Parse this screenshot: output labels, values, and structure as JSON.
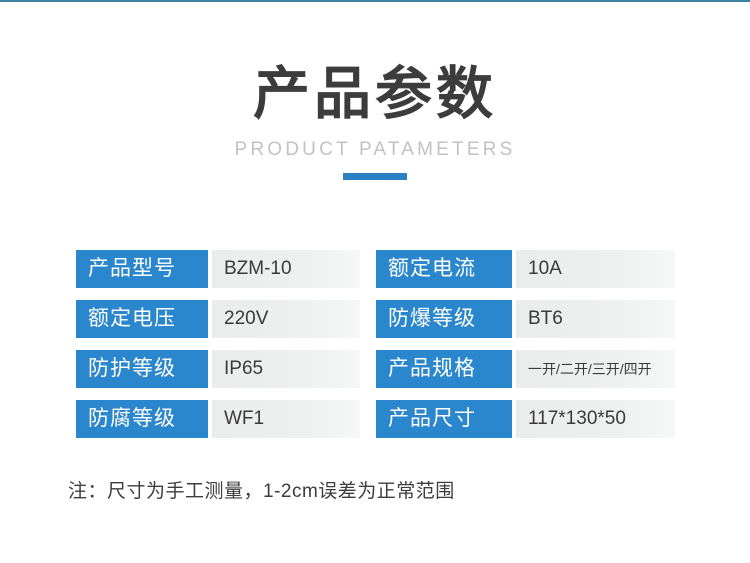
{
  "theme": {
    "label_blue": "#2b87cd",
    "accent_blue": "#2b80c4",
    "top_rule": "#3d82a5",
    "value_gray": "#ebecec",
    "title_color": "#3c3c3c",
    "subtitle_color": "#c2c2c2"
  },
  "header": {
    "title": "产品参数",
    "subtitle": "PRODUCT PATAMETERS"
  },
  "specs": {
    "left": [
      {
        "label": "产品型号",
        "value": "BZM-10",
        "small": false
      },
      {
        "label": "额定电压",
        "value": "220V",
        "small": false
      },
      {
        "label": "防护等级",
        "value": "IP65",
        "small": false
      },
      {
        "label": "防腐等级",
        "value": "WF1",
        "small": false
      }
    ],
    "right": [
      {
        "label": "额定电流",
        "value": "10A",
        "small": false
      },
      {
        "label": "防爆等级",
        "value": "BT6",
        "small": false
      },
      {
        "label": "产品规格",
        "value": "一开/二开/三开/四开",
        "small": true
      },
      {
        "label": "产品尺寸",
        "value": "117*130*50",
        "small": false
      }
    ]
  },
  "footnote": {
    "text": "注：尺寸为手工测量，1-2cm误差为正常范围"
  }
}
